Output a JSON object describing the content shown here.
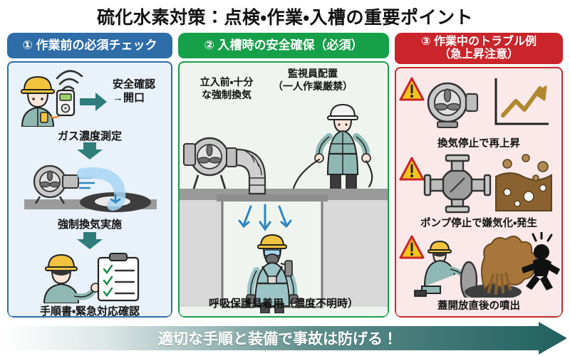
{
  "title": "硫化水素対策：点検・作業・入槽の重要ポイント",
  "colors": {
    "panel1_header": "#2E6DA8",
    "panel1_body": "#E9F2FA",
    "panel2_header": "#17A04A",
    "panel2_body": "#EFF5EE",
    "panel3_header": "#C9252B",
    "panel3_body": "#FBE9EA",
    "banner_accent": "#2E7070",
    "arrow_teal": "#2E7D7B",
    "warning_yellow": "#F5C518",
    "helmet_yellow": "#F2C43D",
    "uniform_teal": "#8FB8B4"
  },
  "panels": [
    {
      "id": "panel1",
      "number": "①",
      "header": "① 作業前の必須チェック",
      "steps": [
        {
          "caption": "ガス濃度測定",
          "side_text_line1": "安全確認",
          "side_text_line2": "→開口",
          "icons": [
            "worker-icon",
            "gas-detector-icon",
            "signal-wave-icon",
            "right-arrow-icon"
          ]
        },
        {
          "caption": "強制換気実施",
          "icons": [
            "blower-fan-icon",
            "airflow-arrow-icon",
            "manhole-icon"
          ]
        },
        {
          "caption": "手順書・緊急対応確認",
          "icons": [
            "worker-icon",
            "clipboard-checklist-icon"
          ]
        }
      ]
    },
    {
      "id": "panel2",
      "number": "②",
      "header": "② 入槽時の安全確保（必須）",
      "labels": [
        {
          "name": "ventilation-label",
          "line1": "立入前・十分",
          "line2": "な強制換気"
        },
        {
          "name": "supervisor-label",
          "line1": "監視員配置",
          "line2": "（一人作業厳禁）"
        }
      ],
      "caption": "呼吸保護具着用（濃度不明時）",
      "icons": [
        "blower-fan-icon",
        "duct-icon",
        "downward-airflow-icon",
        "supervisor-icon",
        "lifeline-icon",
        "respirator-worker-icon",
        "pit-icon"
      ]
    },
    {
      "id": "panel3",
      "number": "③",
      "header_line1": "③ 作業中のトラブル例",
      "header_line2": "（急上昇注意）",
      "rows": [
        {
          "caption": "換気停止で再上昇",
          "icons": [
            "warning-triangle-icon",
            "stopped-fan-icon",
            "rising-graph-icon"
          ]
        },
        {
          "caption": "ポンプ停止で嫌気化・発生",
          "icons": [
            "warning-triangle-icon",
            "pump-valve-icon",
            "sludge-bubbles-icon"
          ]
        },
        {
          "caption": "蓋開放直後の噴出",
          "icons": [
            "warning-triangle-icon",
            "worker-opening-cover-icon",
            "gas-burst-icon",
            "collapsing-person-icon"
          ]
        }
      ]
    }
  ],
  "banner": {
    "text": "適切な手順と装備で事故は防げる！",
    "icon": "right-arrow-banner-icon"
  }
}
